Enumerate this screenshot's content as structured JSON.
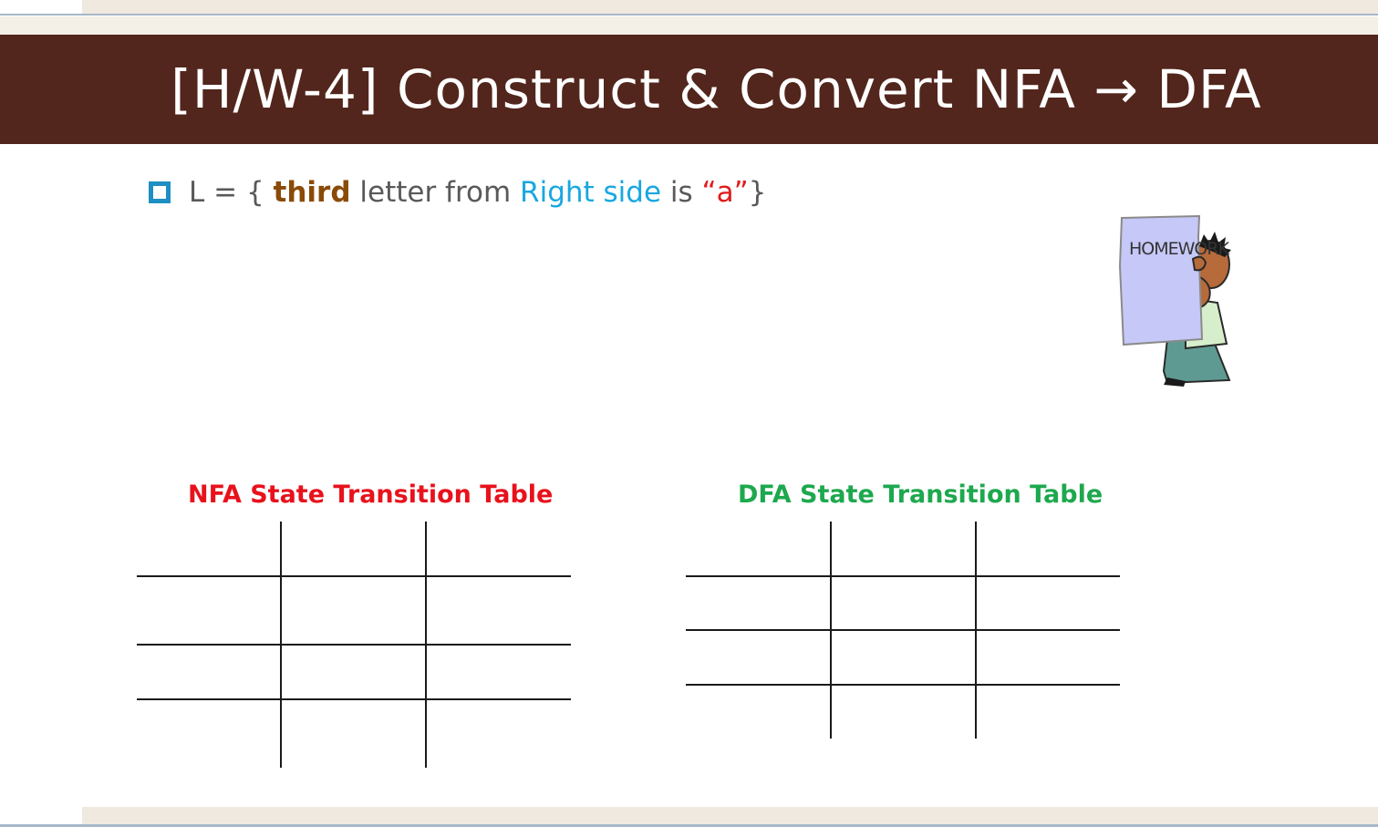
{
  "slide": {
    "title": "[H/W-4] Construct & Convert NFA → DFA",
    "bullet": {
      "prefix": "L = { ",
      "word_third": "third",
      "middle": " letter from ",
      "word_right_side": "Right side",
      "is": " is ",
      "word_a": "“a”",
      "suffix": "}"
    },
    "illustration": {
      "sign_text": "HOMEWORK",
      "icon": "homework-person-icon"
    },
    "nfa_table": {
      "title": "NFA State Transition Table"
    },
    "dfa_table": {
      "title": "DFA State Transition Table"
    }
  },
  "colors": {
    "title_bar": "#52261c",
    "bullet": "#1e8fc3",
    "third": "#8a4b08",
    "right_side": "#19a7e0",
    "a": "#e01b1b",
    "nfa_title": "#e8121c",
    "dfa_title": "#1ea84e"
  }
}
